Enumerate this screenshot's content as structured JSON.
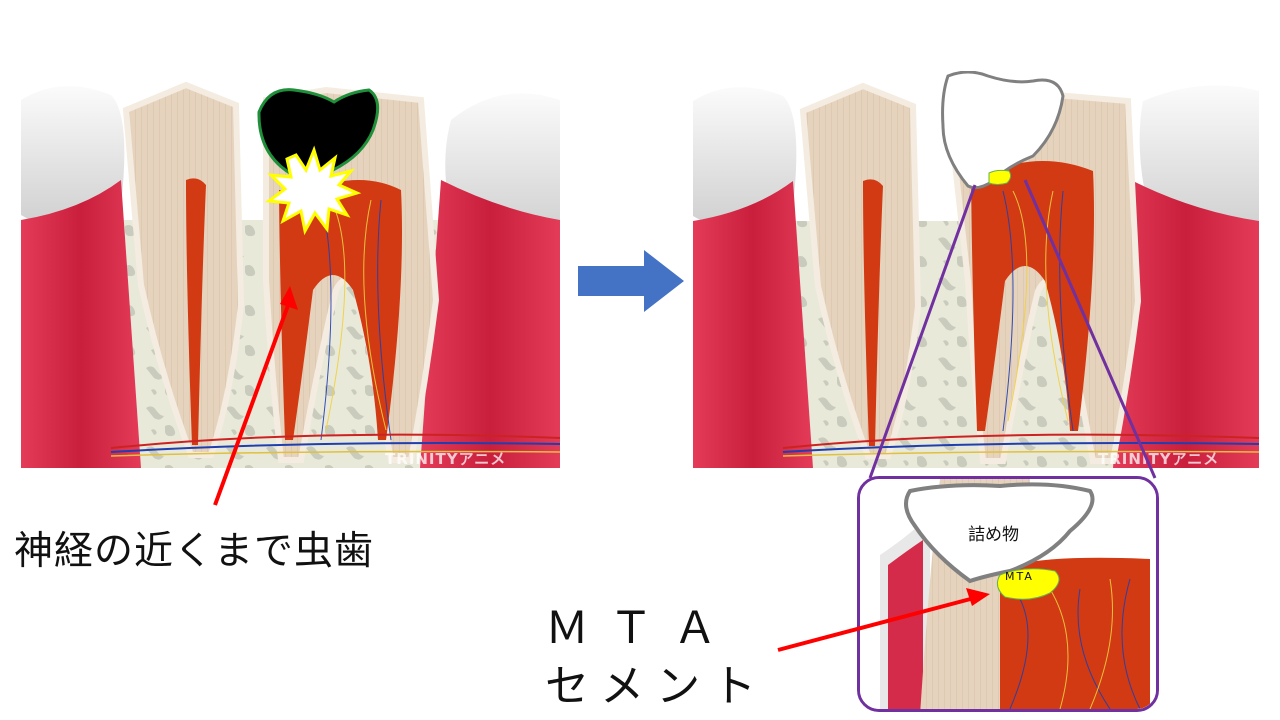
{
  "captions": {
    "before": "神経の近くまで虫歯",
    "mta_line1": "ＭＴＡ",
    "mta_line2": "セメント"
  },
  "zoom": {
    "filling_label": "詰め物",
    "mta_label": "MTA"
  },
  "watermark": "TRINITYアニメ",
  "colors": {
    "arrow_blue": "#4472c4",
    "pointer_red": "#ff0000",
    "zoom_purple": "#7030a0",
    "gum": "#d42b4a",
    "bone": "#e8e8d8",
    "dentin": "#e8d6c2",
    "pulp": "#d43a10",
    "caries_fill": "#000000",
    "caries_outline": "#1f8f3a",
    "pain_burst": "#ffff00",
    "mta_yellow": "#ffff00",
    "filling_outline": "#808080"
  }
}
